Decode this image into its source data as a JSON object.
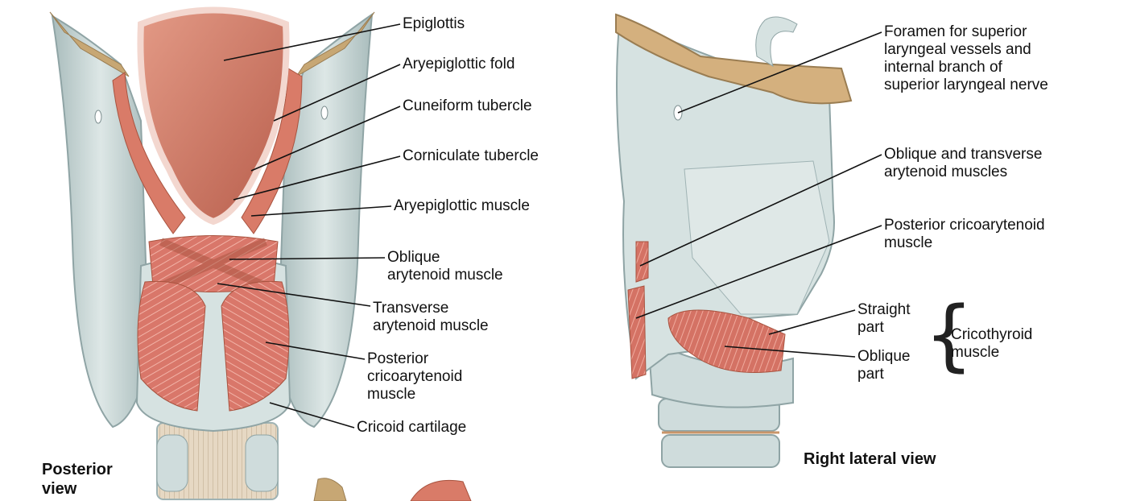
{
  "posterior_view": {
    "caption": "Posterior\nview",
    "labels": {
      "epiglottis": "Epiglottis",
      "aryepiglottic_fold": "Aryepiglottic fold",
      "cuneiform_tubercle": "Cuneiform tubercle",
      "corniculate_tubercle": "Corniculate tubercle",
      "aryepiglottic_muscle": "Aryepiglottic muscle",
      "oblique_arytenoid": "Oblique\narytenoid muscle",
      "transverse_arytenoid": "Transverse\narytenoid muscle",
      "posterior_cricoarytenoid": "Posterior\ncricoarytenoid\nmuscle",
      "cricoid_cartilage": "Cricoid cartilage"
    }
  },
  "lateral_view": {
    "caption": "Right lateral view",
    "labels": {
      "foramen": "Foramen for superior\nlaryngeal vessels and\ninternal branch of\nsuperior laryngeal nerve",
      "oblique_transverse": "Oblique and transverse\narytenoid muscles",
      "posterior_cricoarytenoid": "Posterior cricoarytenoid\nmuscle",
      "straight_part": "Straight\npart",
      "oblique_part": "Oblique\npart",
      "cricothyroid": "Cricothyroid\nmuscle"
    }
  },
  "colors": {
    "cartilage": "#cfdcdc",
    "cartilage_shadow": "#9fb3b4",
    "muscle": "#d9776a",
    "muscle_light": "#e99a8c",
    "mucosa": "#c9705d",
    "hyoid": "#d4b07e",
    "leader": "#111111"
  }
}
